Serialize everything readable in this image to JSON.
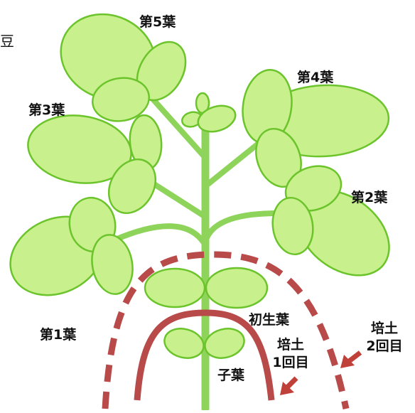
{
  "header_fragment": "豆",
  "labels": {
    "leaf5": "第5葉",
    "leaf4": "第4葉",
    "leaf3": "第3葉",
    "leaf2": "第2葉",
    "leaf1": "第1葉",
    "primary_leaves": "初生葉",
    "cotyledons": "子葉",
    "hilling1_line1": "培土",
    "hilling1_line2": "1回目",
    "hilling2_line1": "培土",
    "hilling2_line2": "2回目"
  },
  "colors": {
    "leaf_fill": "#c8f08c",
    "leaf_stroke": "#6cc42c",
    "stem": "#8ed45a",
    "soil_line": "#b84a4a",
    "arrow": "#c0403a"
  }
}
